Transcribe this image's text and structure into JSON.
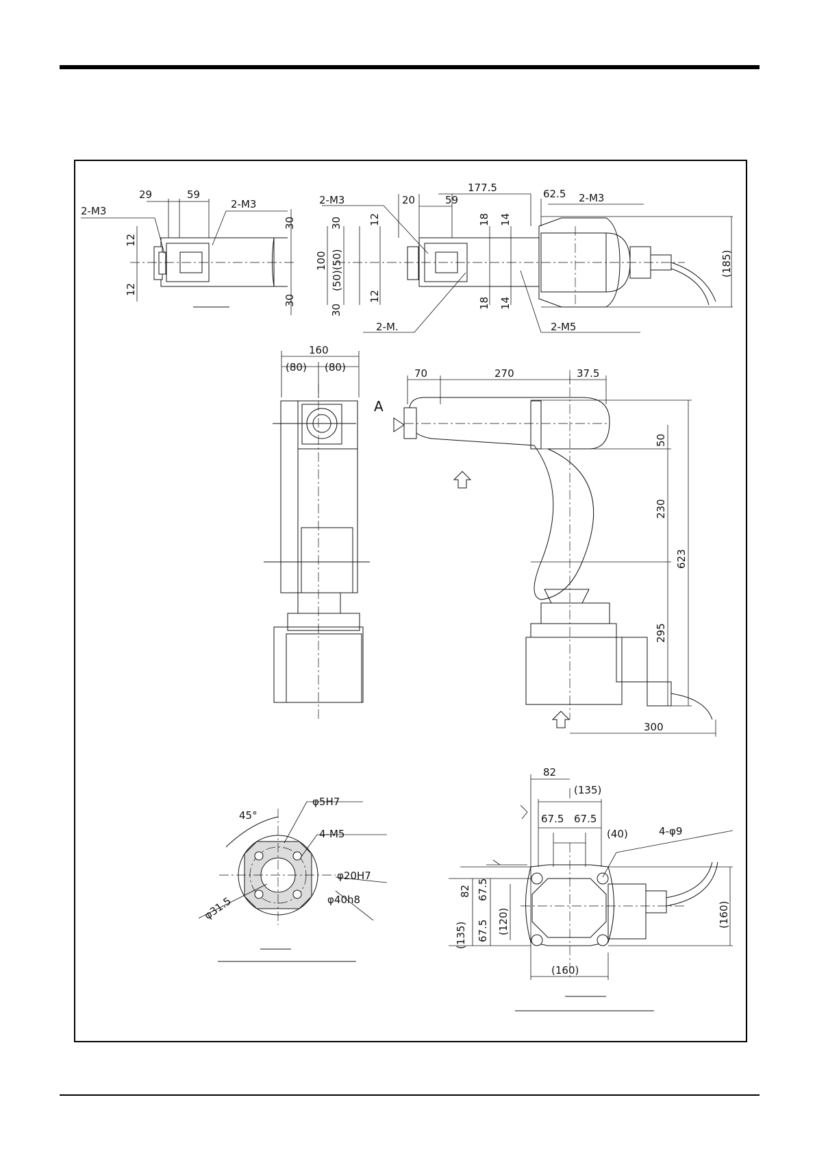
{
  "page": {
    "frame_label": ""
  },
  "wrist_top_left": {
    "labels": {
      "m3_left": "2-M3",
      "m3_right": "2-M3",
      "d29": "29",
      "d59": "59",
      "d12_top": "12",
      "d12_bot": "12",
      "d30_top": "30",
      "d30_bot": "30"
    }
  },
  "wrist_top_right": {
    "labels": {
      "m3_a": "2-M3",
      "m3_b": "2-M3",
      "m_left": "2-M.",
      "m5": "2-M5",
      "d20": "20",
      "d59": "59",
      "d177_5": "177.5",
      "d62_5": "62.5",
      "d30_top": "30",
      "d12_top": "12",
      "d100": "100",
      "d50_50": "(50)(50)",
      "d12_bot": "12",
      "d30_bot": "30",
      "d18_top": "18",
      "d14_top": "14",
      "d18_bot": "18",
      "d14_bot": "14",
      "d185": "(185)"
    }
  },
  "front_view": {
    "labels": {
      "d160": "160",
      "d80_left": "(80)",
      "d80_right": "(80)"
    }
  },
  "side_view": {
    "labels": {
      "view_a": "A",
      "d70": "70",
      "d270": "270",
      "d37_5": "37.5",
      "d50": "50",
      "d230": "230",
      "d623": "623",
      "d295": "295",
      "d300": "300"
    }
  },
  "flange_detail": {
    "labels": {
      "angle45": "45°",
      "phi5h7": "φ5H7",
      "m5": "4-M5",
      "phi20h7": "φ20H7",
      "phi40h8": "φ40h8",
      "phi31_5": "φ31.5"
    }
  },
  "base_detail": {
    "labels": {
      "d82_top": "82",
      "d135_top": "(135)",
      "d67_5_a": "67.5",
      "d67_5_b": "67.5",
      "d40": "(40)",
      "phi9": "4-φ9",
      "d82_left": "82",
      "d67_5_c": "67.5",
      "d67_5_d": "67.5",
      "d135_left": "(135)",
      "d120": "(120)",
      "d160_bottom": "(160)",
      "d160_right": "(160)"
    }
  }
}
